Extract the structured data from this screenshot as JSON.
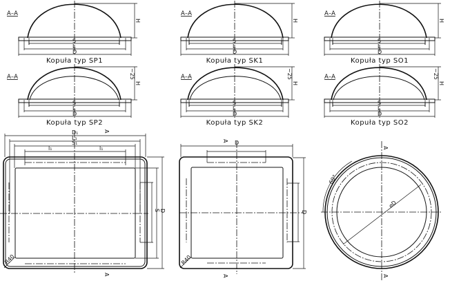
{
  "section_label": "A–A",
  "domes": [
    {
      "id": "sp1",
      "caption": "Kopuła typ SP1",
      "double": false
    },
    {
      "id": "sk1",
      "caption": "Kopuła typ SK1",
      "double": false
    },
    {
      "id": "so1",
      "caption": "Kopuła typ SO1",
      "double": false
    },
    {
      "id": "sp2",
      "caption": "Kopuła typ SP2",
      "double": true
    },
    {
      "id": "sk2",
      "caption": "Kopuła typ SK2",
      "double": true
    },
    {
      "id": "so2",
      "caption": "Kopuła typ SO2",
      "double": true
    }
  ],
  "dims": {
    "S": "S",
    "L": "L",
    "D": "D",
    "H": "H",
    "gap": "~25"
  },
  "plan_rect": {
    "D1": "D₁",
    "L1": "L₁",
    "S1": "S₁",
    "l1": "l₁",
    "radius": "R40",
    "S": "S",
    "D": "D",
    "section_mark": "A"
  },
  "plan_square": {
    "D": "D",
    "D_vertical": "D",
    "radius": "R40",
    "section_mark": "A"
  },
  "plan_round": {
    "angle": "60°",
    "diameter": "⌀D",
    "section_mark": "A"
  }
}
